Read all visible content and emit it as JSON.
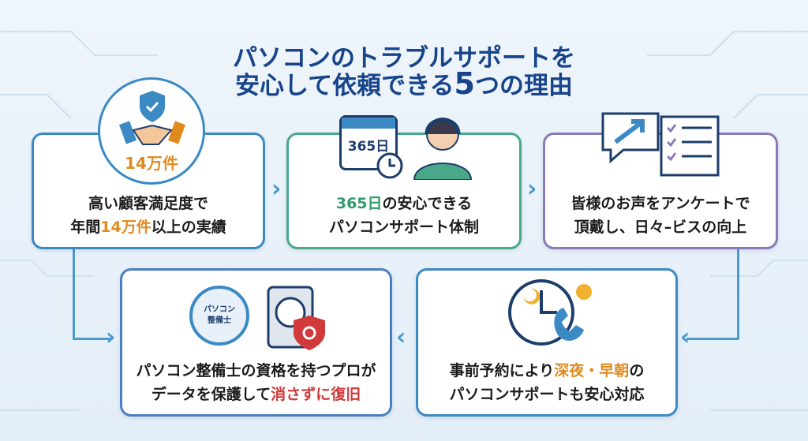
{
  "title": {
    "line1": "パソコンのトラブルサポートを",
    "line2_pre": "安心して依頼できる",
    "line2_num": "5",
    "line2_post": "つの理由"
  },
  "reasons": [
    {
      "badge": "14万件",
      "line1": "高い顧客満足度で",
      "line2_pre": "年間",
      "line2_hl": "14万件",
      "line2_post": "以上の実績"
    },
    {
      "calendar": "365日",
      "line1_hl": "365日",
      "line1_post": "の安心できる",
      "line2": "パソコンサポート体制"
    },
    {
      "line1": "皆様のお声をアンケートで",
      "line2": "頂戴し、日々–ビスの向上"
    },
    {
      "seal": "パソコン整備士",
      "line1": "パソコン整備士の資格を持つプロが",
      "line2_pre": "データを保護して",
      "line2_hl": "消さずに復旧"
    },
    {
      "line1_pre": "事前予約により",
      "line1_hl": "深夜・早朝",
      "line1_post": "の",
      "line2": "パソコンサポートも安心対応"
    }
  ],
  "colors": {
    "title": "#17448a",
    "blue": "#3b8ac4",
    "green": "#4aa88a",
    "purple": "#8a7ab8",
    "orange": "#e08a1e",
    "red": "#d03a3a"
  }
}
